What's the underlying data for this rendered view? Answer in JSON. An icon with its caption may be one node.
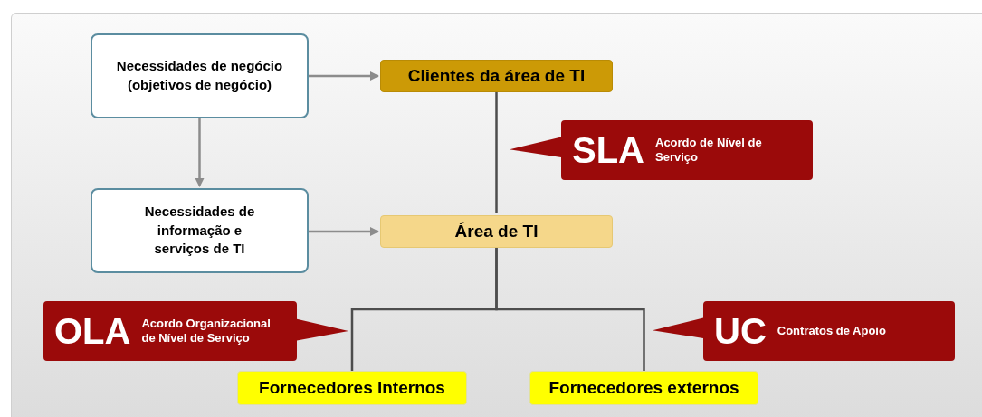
{
  "diagram": {
    "nodes": [
      {
        "text": [
          "Necessidades de negócio (objetivos de negócio)"
        ]
      },
      {
        "text": [
          "Clientes da área de TI"
        ]
      },
      {
        "text": [
          "SLA",
          "Acordo de Nível de Serviço"
        ]
      },
      {
        "text": [
          "Necessidades de informação e serviços de TI"
        ]
      },
      {
        "text": [
          "Área de TI"
        ]
      },
      {
        "text": [
          "OLA",
          "Acordo Organizacional de Nível de Serviço"
        ]
      },
      {
        "text": [
          "UC",
          "Contratos de Apoio"
        ]
      },
      {
        "text": [
          "Fornecedores internos"
        ]
      },
      {
        "text": [
          "Fornecedores externos"
        ]
      }
    ],
    "edges": [
      {
        "from": 0,
        "to": 1,
        "arrow": "to"
      },
      {
        "from": 0,
        "to": 3,
        "arrow": "to"
      },
      {
        "from": 3,
        "to": 4,
        "arrow": "to"
      },
      {
        "from": 1,
        "to": 4,
        "arrow": "none",
        "color": "#4d4d4d"
      },
      {
        "from": 4,
        "to": 7,
        "arrow": "none",
        "color": "#4d4d4d"
      },
      {
        "from": 4,
        "to": 8,
        "arrow": "none",
        "color": "#4d4d4d"
      }
    ]
  }
}
